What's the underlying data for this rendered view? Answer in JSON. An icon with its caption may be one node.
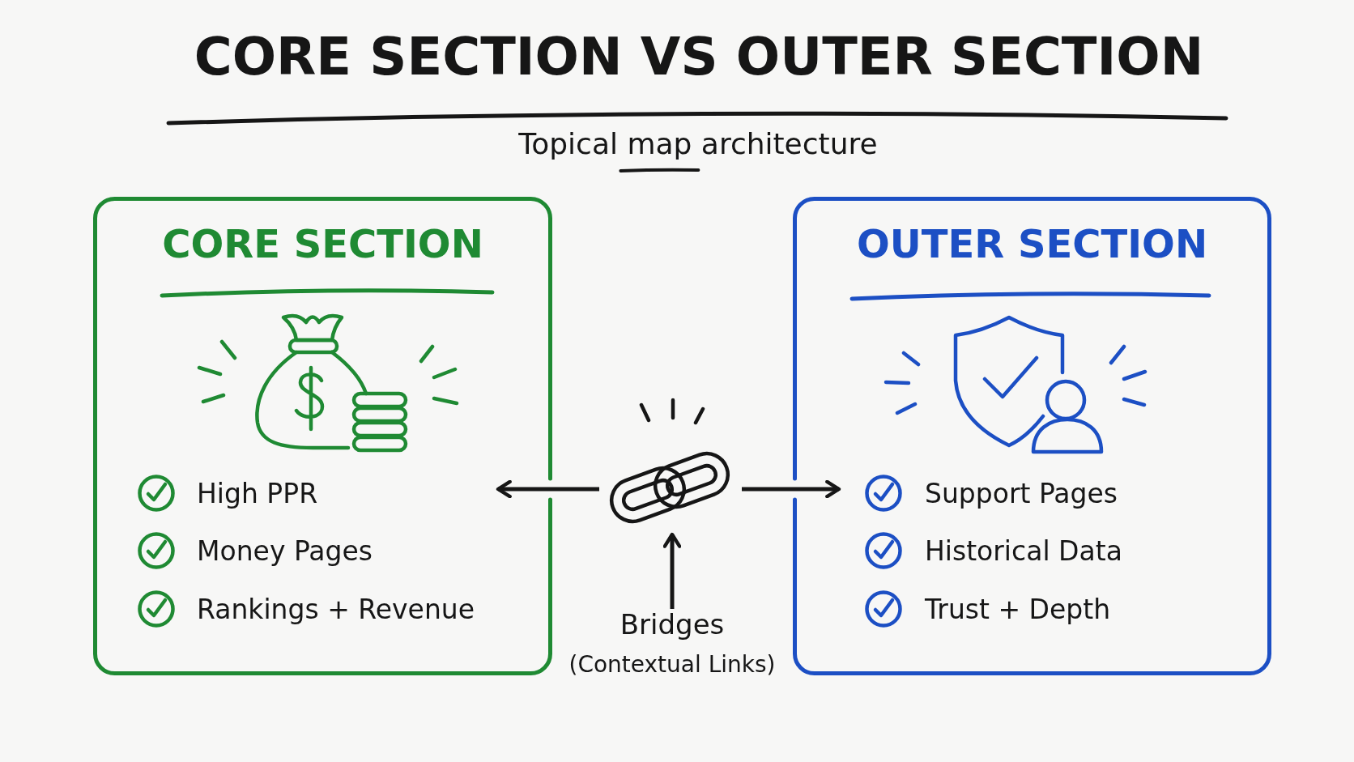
{
  "diagram": {
    "title": "CORE SECTION VS OUTER SECTION",
    "nodes": [
      {
        "text": [
          "CORE SECTION",
          "High PPR",
          "Money Pages",
          "Rankings + Revenue"
        ]
      },
      {
        "text": [
          "OUTER SECTION",
          "Support Pages",
          "Historical Data",
          "Trust + Depth"
        ]
      },
      {
        "text": [],
        "shape": "picture"
      },
      {
        "text": [
          "Bridges",
          "(Contextual Links)"
        ]
      }
    ],
    "edges": [
      {
        "from": 2,
        "to": 0,
        "arrow": "to"
      },
      {
        "from": 2,
        "to": 1,
        "arrow": "to"
      },
      {
        "from": 3,
        "to": 2,
        "arrow": "to"
      }
    ],
    "labels": [
      "Topical map architecture"
    ]
  }
}
